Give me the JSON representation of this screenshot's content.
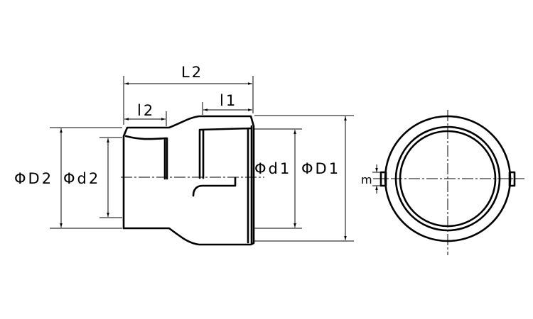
{
  "labels": {
    "L2": "L2",
    "l1": "l1",
    "l2": "l2",
    "D2": "ΦD2",
    "d2": "Φd2",
    "d1": "Φd1",
    "D1": "ΦD1",
    "m": "m"
  }
}
